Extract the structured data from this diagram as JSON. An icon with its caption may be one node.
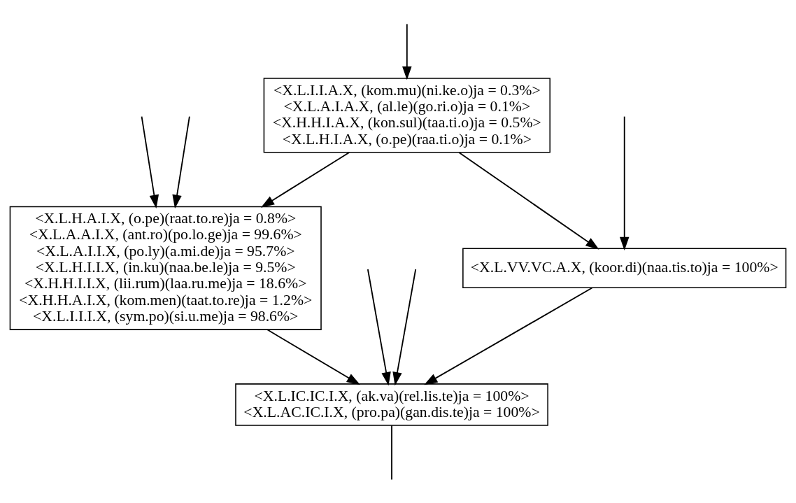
{
  "diagram": {
    "nodes": [
      {
        "text": [
          "<X.L.I.I.A.X, (kom.mu)(ni.ke.o)ja = 0.3%>",
          "<X.L.A.I.A.X, (al.le)(go.ri.o)ja = 0.1%>",
          "<X.H.H.I.A.X, (kon.sul)(taa.ti.o)ja = 0.5%>",
          "<X.L.H.I.A.X, (o.pe)(raa.ti.o)ja = 0.1%>"
        ]
      },
      {
        "text": [
          "<X.L.VV.VC.A.X, (koor.di)(naa.tis.to)ja = 100%>"
        ]
      },
      {
        "text": [
          "<X.L.H.A.I.X, (o.pe)(raat.to.re)ja = 0.8%>",
          "<X.L.A.A.I.X, (ant.ro)(po.lo.ge)ja = 99.6%>",
          "<X.L.A.I.I.X, (po.ly)(a.mi.de)ja = 95.7%>",
          "<X.L.H.I.I.X, (in.ku)(naa.be.le)ja = 9.5%>",
          "<X.H.H.I.I.X, (lii.rum)(laa.ru.me)ja = 18.6%>",
          "<X.H.H.A.I.X, (kom.men)(taat.to.re)ja = 1.2%>",
          "<X.L.I.I.I.X, (sym.po)(si.u.me)ja = 98.6%>"
        ]
      },
      {
        "text": [
          "<X.L.IC.IC.I.X, (ak.va)(rel.lis.te)ja = 100%>",
          "<X.L.AC.IC.I.X, (pro.pa)(gan.dis.te)ja = 100%>"
        ]
      }
    ],
    "edges": [
      {
        "from": null,
        "to": 0,
        "arrow": "to"
      },
      {
        "from": 0,
        "to": 1,
        "arrow": "to"
      },
      {
        "from": 0,
        "to": 2,
        "arrow": "to"
      },
      {
        "from": null,
        "to": 1,
        "arrow": "to"
      },
      {
        "from": null,
        "to": 2,
        "arrow": "to"
      },
      {
        "from": null,
        "to": 2,
        "arrow": "to"
      },
      {
        "from": 1,
        "to": 3,
        "arrow": "to"
      },
      {
        "from": 2,
        "to": 3,
        "arrow": "to"
      },
      {
        "from": null,
        "to": 3,
        "arrow": "to"
      },
      {
        "from": null,
        "to": 3,
        "arrow": "to"
      },
      {
        "from": 3,
        "to": null,
        "arrow": "none"
      }
    ]
  }
}
